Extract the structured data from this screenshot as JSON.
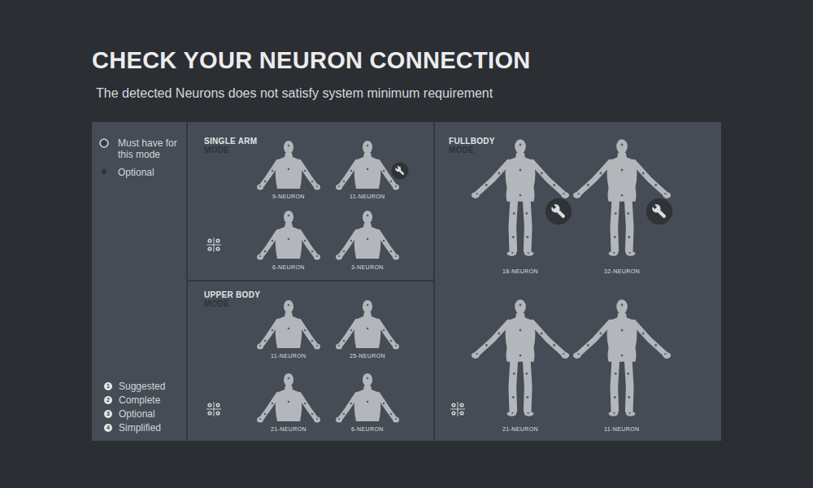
{
  "diagram": {
    "title": "CHECK YOUR NEURON CONNECTION",
    "caption": "The detected Neurons does not satisfy system minimum requirement",
    "nodes": [
      {
        "text": [
          "SINGLE ARM",
          "MODE"
        ]
      },
      {
        "text": [
          "UPPER BODY",
          "MODE"
        ]
      },
      {
        "text": [
          "FULLBODY",
          "MODE"
        ]
      }
    ],
    "labels": [
      "9-NEURON",
      "11-NEURON",
      "6-NEURON",
      "3-NEURON",
      "11-NEURON",
      "25-NEURON",
      "21-NEURON",
      "6-NEURON",
      "18-NEURON",
      "32-NEURON",
      "21-NEURON",
      "11-NEURON",
      "1",
      "2",
      "3",
      "4"
    ],
    "legend": [
      {
        "text": "Must have for this mode"
      },
      {
        "text": "Optional"
      },
      {
        "text": "Suggested"
      },
      {
        "text": "Complete"
      },
      {
        "text": "Optional"
      },
      {
        "text": "Simplified"
      }
    ]
  }
}
